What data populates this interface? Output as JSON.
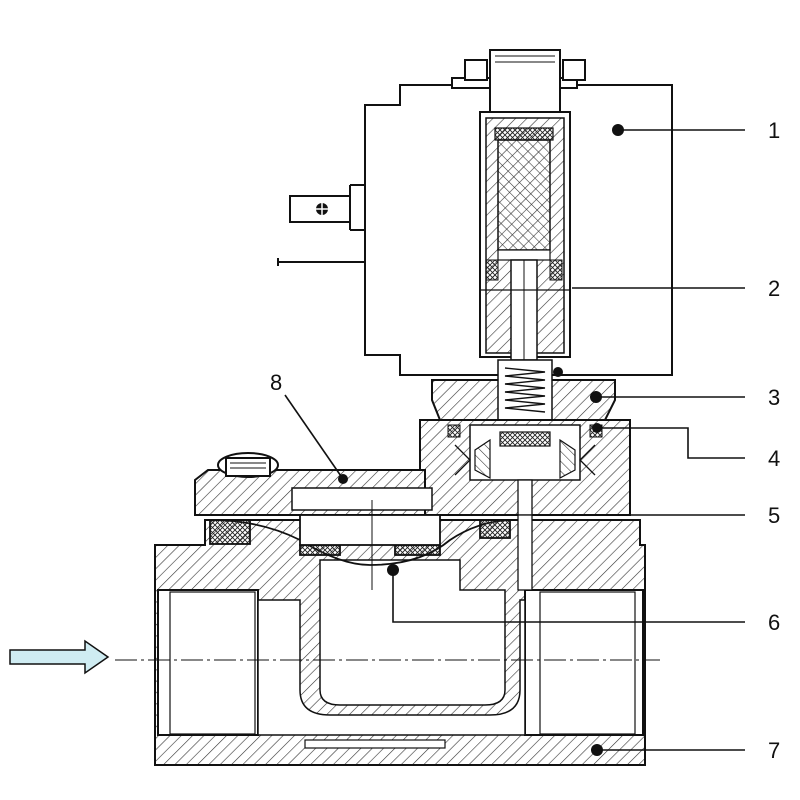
{
  "labels": [
    {
      "id": "coil",
      "text": "1"
    },
    {
      "id": "armature-tube",
      "text": "2"
    },
    {
      "id": "bonnet",
      "text": "3"
    },
    {
      "id": "pilot-seal",
      "text": "4"
    },
    {
      "id": "pilot-orifice",
      "text": "5"
    },
    {
      "id": "diaphragm",
      "text": "6"
    },
    {
      "id": "valve-body",
      "text": "7"
    },
    {
      "id": "cover",
      "text": "8"
    }
  ],
  "colors": {
    "line": "#111111",
    "hatch": "#333333",
    "arrow_fill": "#cfecf2",
    "background": "#ffffff"
  },
  "icons": {
    "flow_arrow": "flow-direction-arrow-icon"
  }
}
